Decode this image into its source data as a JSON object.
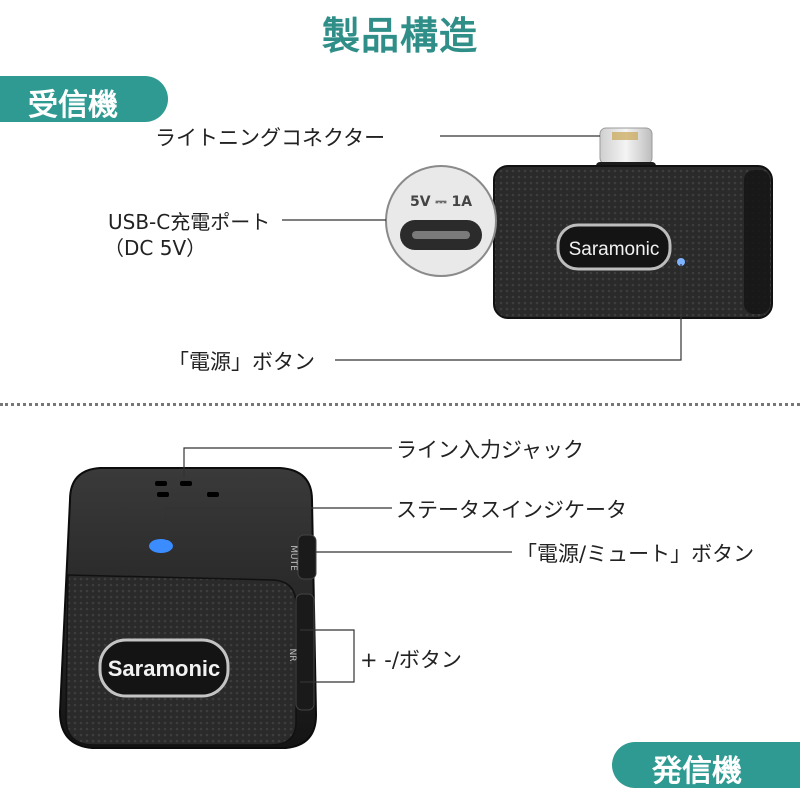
{
  "title": "製品構造",
  "receiver": {
    "section_label": "受信機",
    "port_marking": "5V ⎓ 1A",
    "brand": "Saramonic",
    "labels": {
      "lightning": "ライトニングコネクター",
      "usbc_line1": "USB-C充電ポート",
      "usbc_line2": "（DC 5V）",
      "power": "「電源」ボタン"
    }
  },
  "transmitter": {
    "section_label": "発信機",
    "brand": "Saramonic",
    "side_mute": "MUTE",
    "side_nr": "NR",
    "labels": {
      "line_in": "ライン入力ジャック",
      "status": "ステータスインジケータ",
      "power_mute": "「電源/ミュート」ボタン",
      "plus_minus": "+ -/ボタン"
    }
  },
  "colors": {
    "accent": "#2e9a92",
    "title": "#2f8f88",
    "device_body": "#1c1c1c",
    "led_blue": "#3a8cff"
  }
}
